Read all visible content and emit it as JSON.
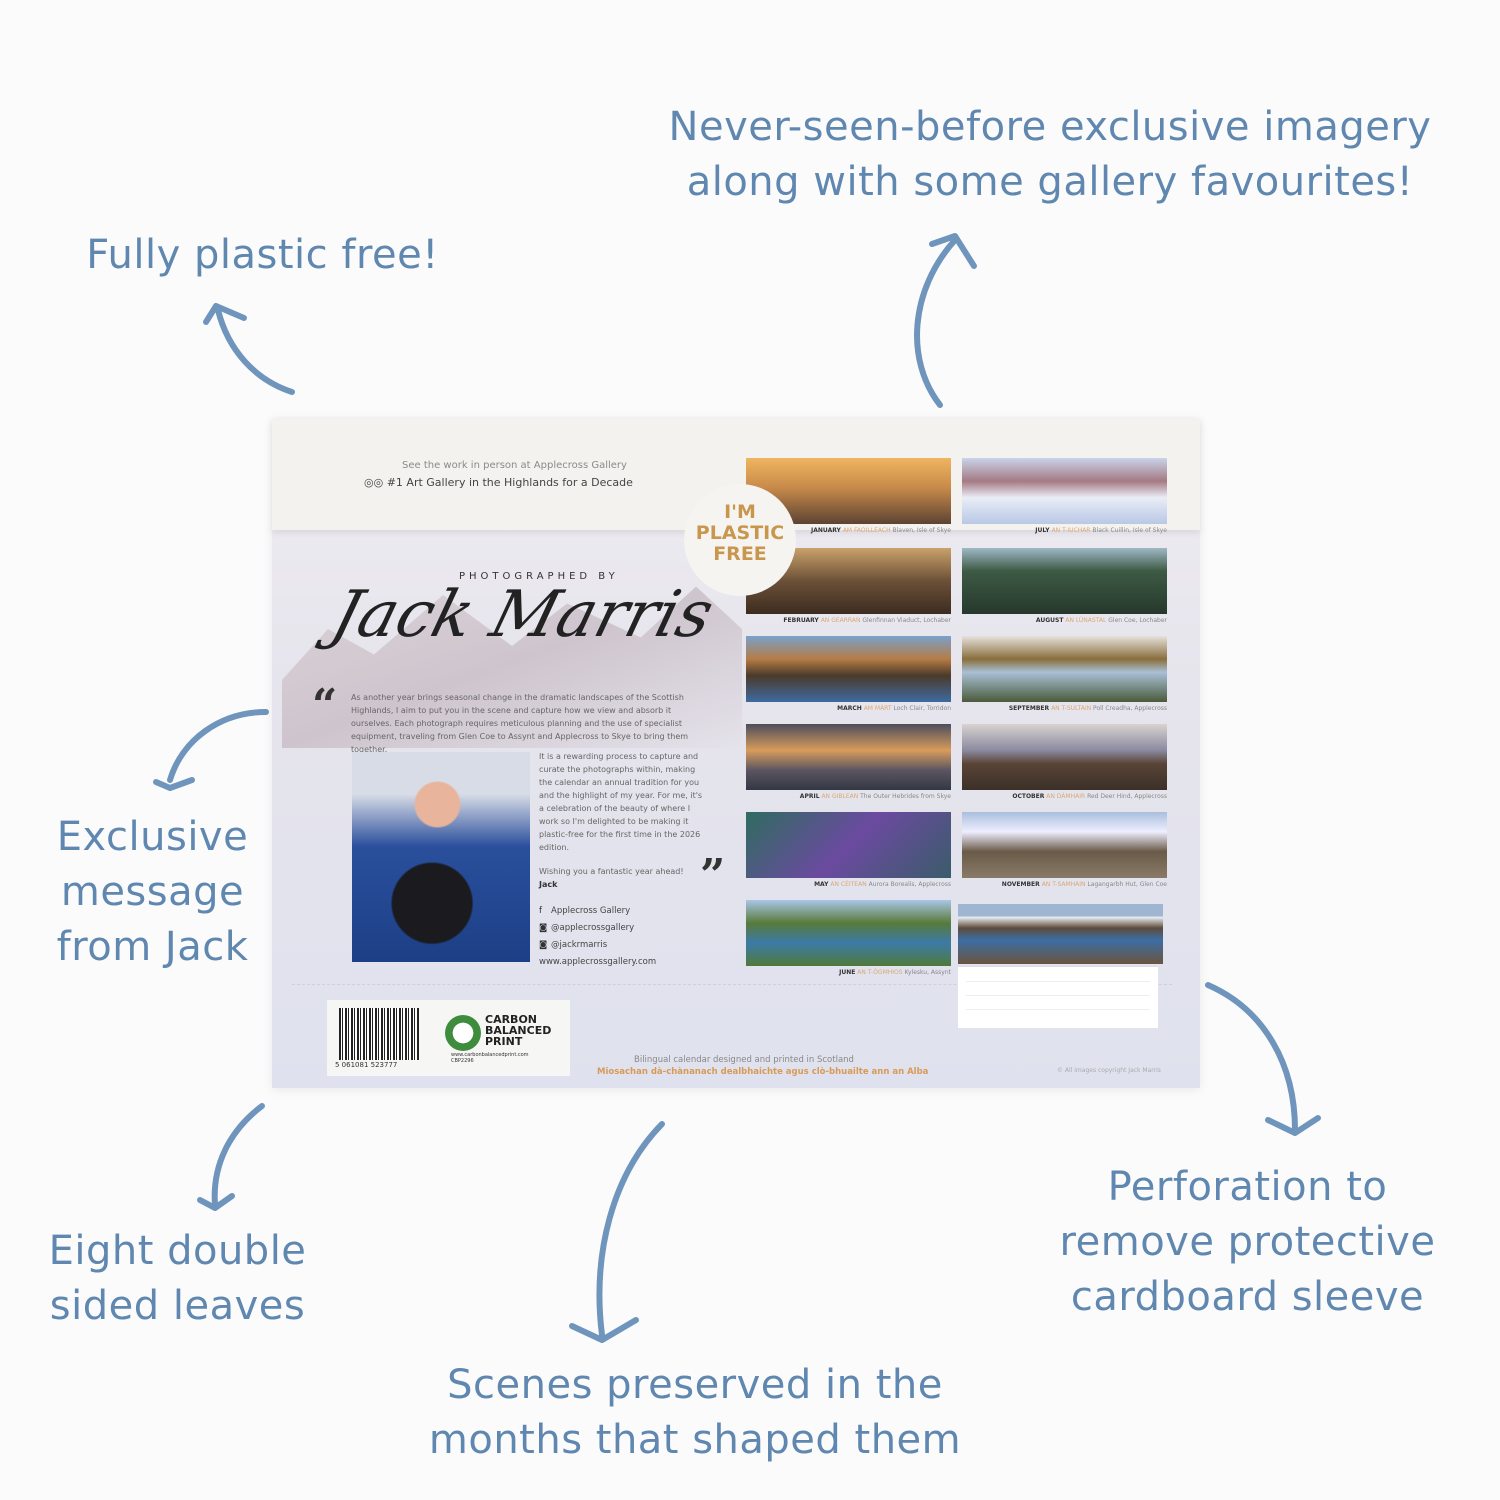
{
  "captions": {
    "imagery": "Never-seen-before exclusive imagery along with some gallery favourites!",
    "plastic": "Fully plastic free!",
    "message": "Exclusive message from Jack",
    "leaves": "Eight double sided leaves",
    "scenes": "Scenes preserved in the months that shaped them",
    "perforation": "Perforation to remove protective cardboard sleeve"
  },
  "sleeve": {
    "line1": "See the work in person at Applecross Gallery",
    "line2": "#1 Art Gallery in the Highlands for a Decade",
    "icon": "tripadvisor-owl-icon"
  },
  "badge": "I'M PLASTIC FREE",
  "photographed_by": "PHOTOGRAPHED BY",
  "signature": "Jack Marris",
  "intro": "As another year brings seasonal change in the dramatic landscapes of the Scottish Highlands, I aim to put you in the scene and capture how we view and absorb it ourselves. Each photograph requires meticulous planning and the use of specialist equipment, traveling from Glen Coe to Assynt and Applecross to Skye to bring them together.",
  "message": "It is a rewarding process to capture and curate the photographs within, making the calendar an annual tradition for you and the highlight of my year. For me, it's a celebration of the beauty of where I work so I'm delighted to be making it plastic-free for the first time in the 2026 edition.",
  "wish": "Wishing you a fantastic year ahead!",
  "sign_off": "Jack",
  "social": [
    {
      "icon": "facebook-icon",
      "text": "Applecross Gallery"
    },
    {
      "icon": "instagram-icon",
      "text": "@applecrossgallery"
    },
    {
      "icon": "instagram-icon",
      "text": "@jackrmarris"
    },
    {
      "icon": "",
      "text": "www.applecrossgallery.com"
    }
  ],
  "barcode": "5 061081 523777",
  "carbon": {
    "label": "CARBON BALANCED PRINT",
    "url": "www.carbonbalancedprint.com",
    "code": "CBP2296"
  },
  "footer": {
    "en": "Bilingual calendar designed and printed in Scotland",
    "gd": "Miosachan dà-chànanach dealbhaichte agus clò-bhuailte ann an Alba",
    "copyright": "© All images copyright Jack Marris"
  },
  "months": [
    {
      "m": "JANUARY",
      "g": "AM FAOILLEACH",
      "p": "Blaven, Isle of Skye"
    },
    {
      "m": "JULY",
      "g": "AN T-IUCHAR",
      "p": "Black Cuillin, Isle of Skye"
    },
    {
      "m": "FEBRUARY",
      "g": "AN GEARRAN",
      "p": "Glenfinnan Viaduct, Lochaber"
    },
    {
      "m": "AUGUST",
      "g": "AN LÙNASTAL",
      "p": "Glen Coe, Lochaber"
    },
    {
      "m": "MARCH",
      "g": "AM MÀRT",
      "p": "Loch Clair, Torridon"
    },
    {
      "m": "SEPTEMBER",
      "g": "AN T-SULTAIN",
      "p": "Poll Creadha, Applecross"
    },
    {
      "m": "APRIL",
      "g": "AN GIBLEAN",
      "p": "The Outer Hebrides from Skye"
    },
    {
      "m": "OCTOBER",
      "g": "AN DÀMHAIR",
      "p": "Red Deer Hind, Applecross"
    },
    {
      "m": "MAY",
      "g": "AN CÈITEAN",
      "p": "Aurora Borealis, Applecross"
    },
    {
      "m": "NOVEMBER",
      "g": "AN T-SAMHAIN",
      "p": "Lagangarbh Hut, Glen Coe"
    },
    {
      "m": "JUNE",
      "g": "AN T-ÒGMHIOS",
      "p": "Kylesku, Assynt"
    }
  ]
}
